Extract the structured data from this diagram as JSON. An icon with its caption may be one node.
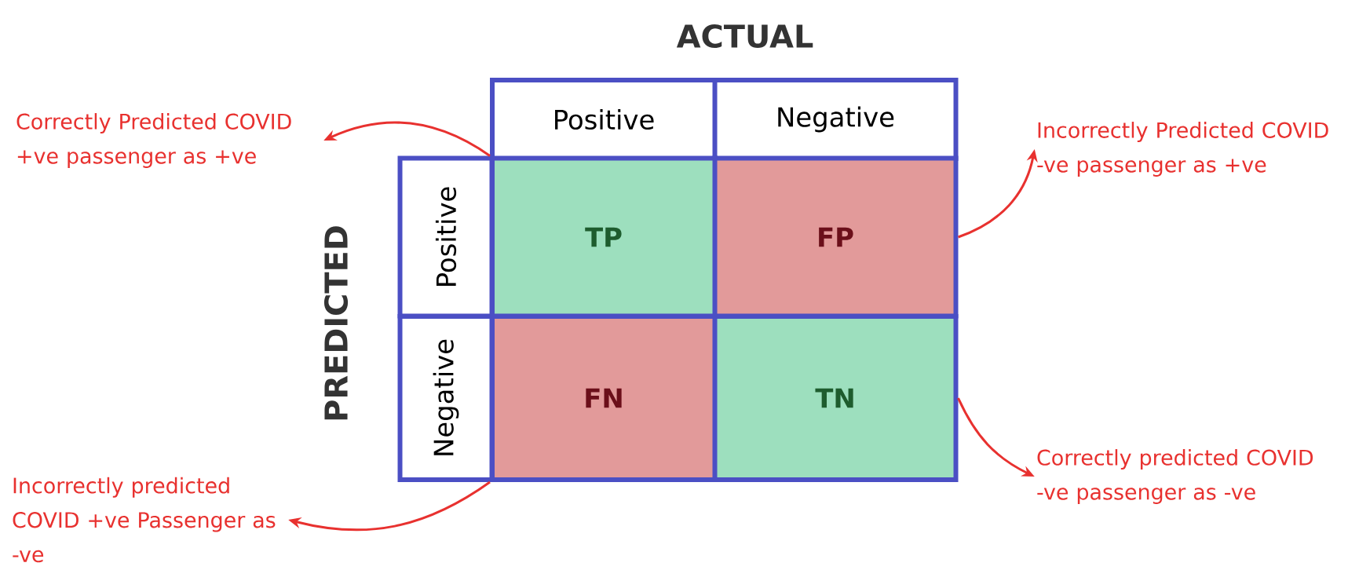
{
  "diagram": {
    "nodes": [
      {
        "text": [
          "Positive"
        ]
      },
      {
        "text": [
          "Negative"
        ]
      },
      {
        "text": [
          "Positive"
        ]
      },
      {
        "text": [
          "Negative"
        ]
      },
      {
        "text": [
          "TP"
        ]
      },
      {
        "text": [
          "FP"
        ]
      },
      {
        "text": [
          "FN"
        ]
      },
      {
        "text": [
          "TN"
        ]
      },
      {
        "text": [
          "Correctly Predicted COVID +ve passenger as +ve"
        ]
      },
      {
        "text": [
          "Incorrectly Predicted COVID -ve passenger as +ve"
        ]
      },
      {
        "text": [
          "Incorrectly predicted COVID +ve Passenger as -ve"
        ]
      },
      {
        "text": [
          "Correctly predicted COVID -ve passenger as -ve"
        ]
      }
    ],
    "edges": [
      {
        "from": 4,
        "to": 8,
        "arrow": "to"
      },
      {
        "from": 5,
        "to": 9,
        "arrow": "to"
      },
      {
        "from": 6,
        "to": 10,
        "arrow": "to"
      },
      {
        "from": 7,
        "to": 11,
        "arrow": "to"
      }
    ],
    "labels": [
      "ACTUAL",
      "PREDICTED"
    ]
  }
}
